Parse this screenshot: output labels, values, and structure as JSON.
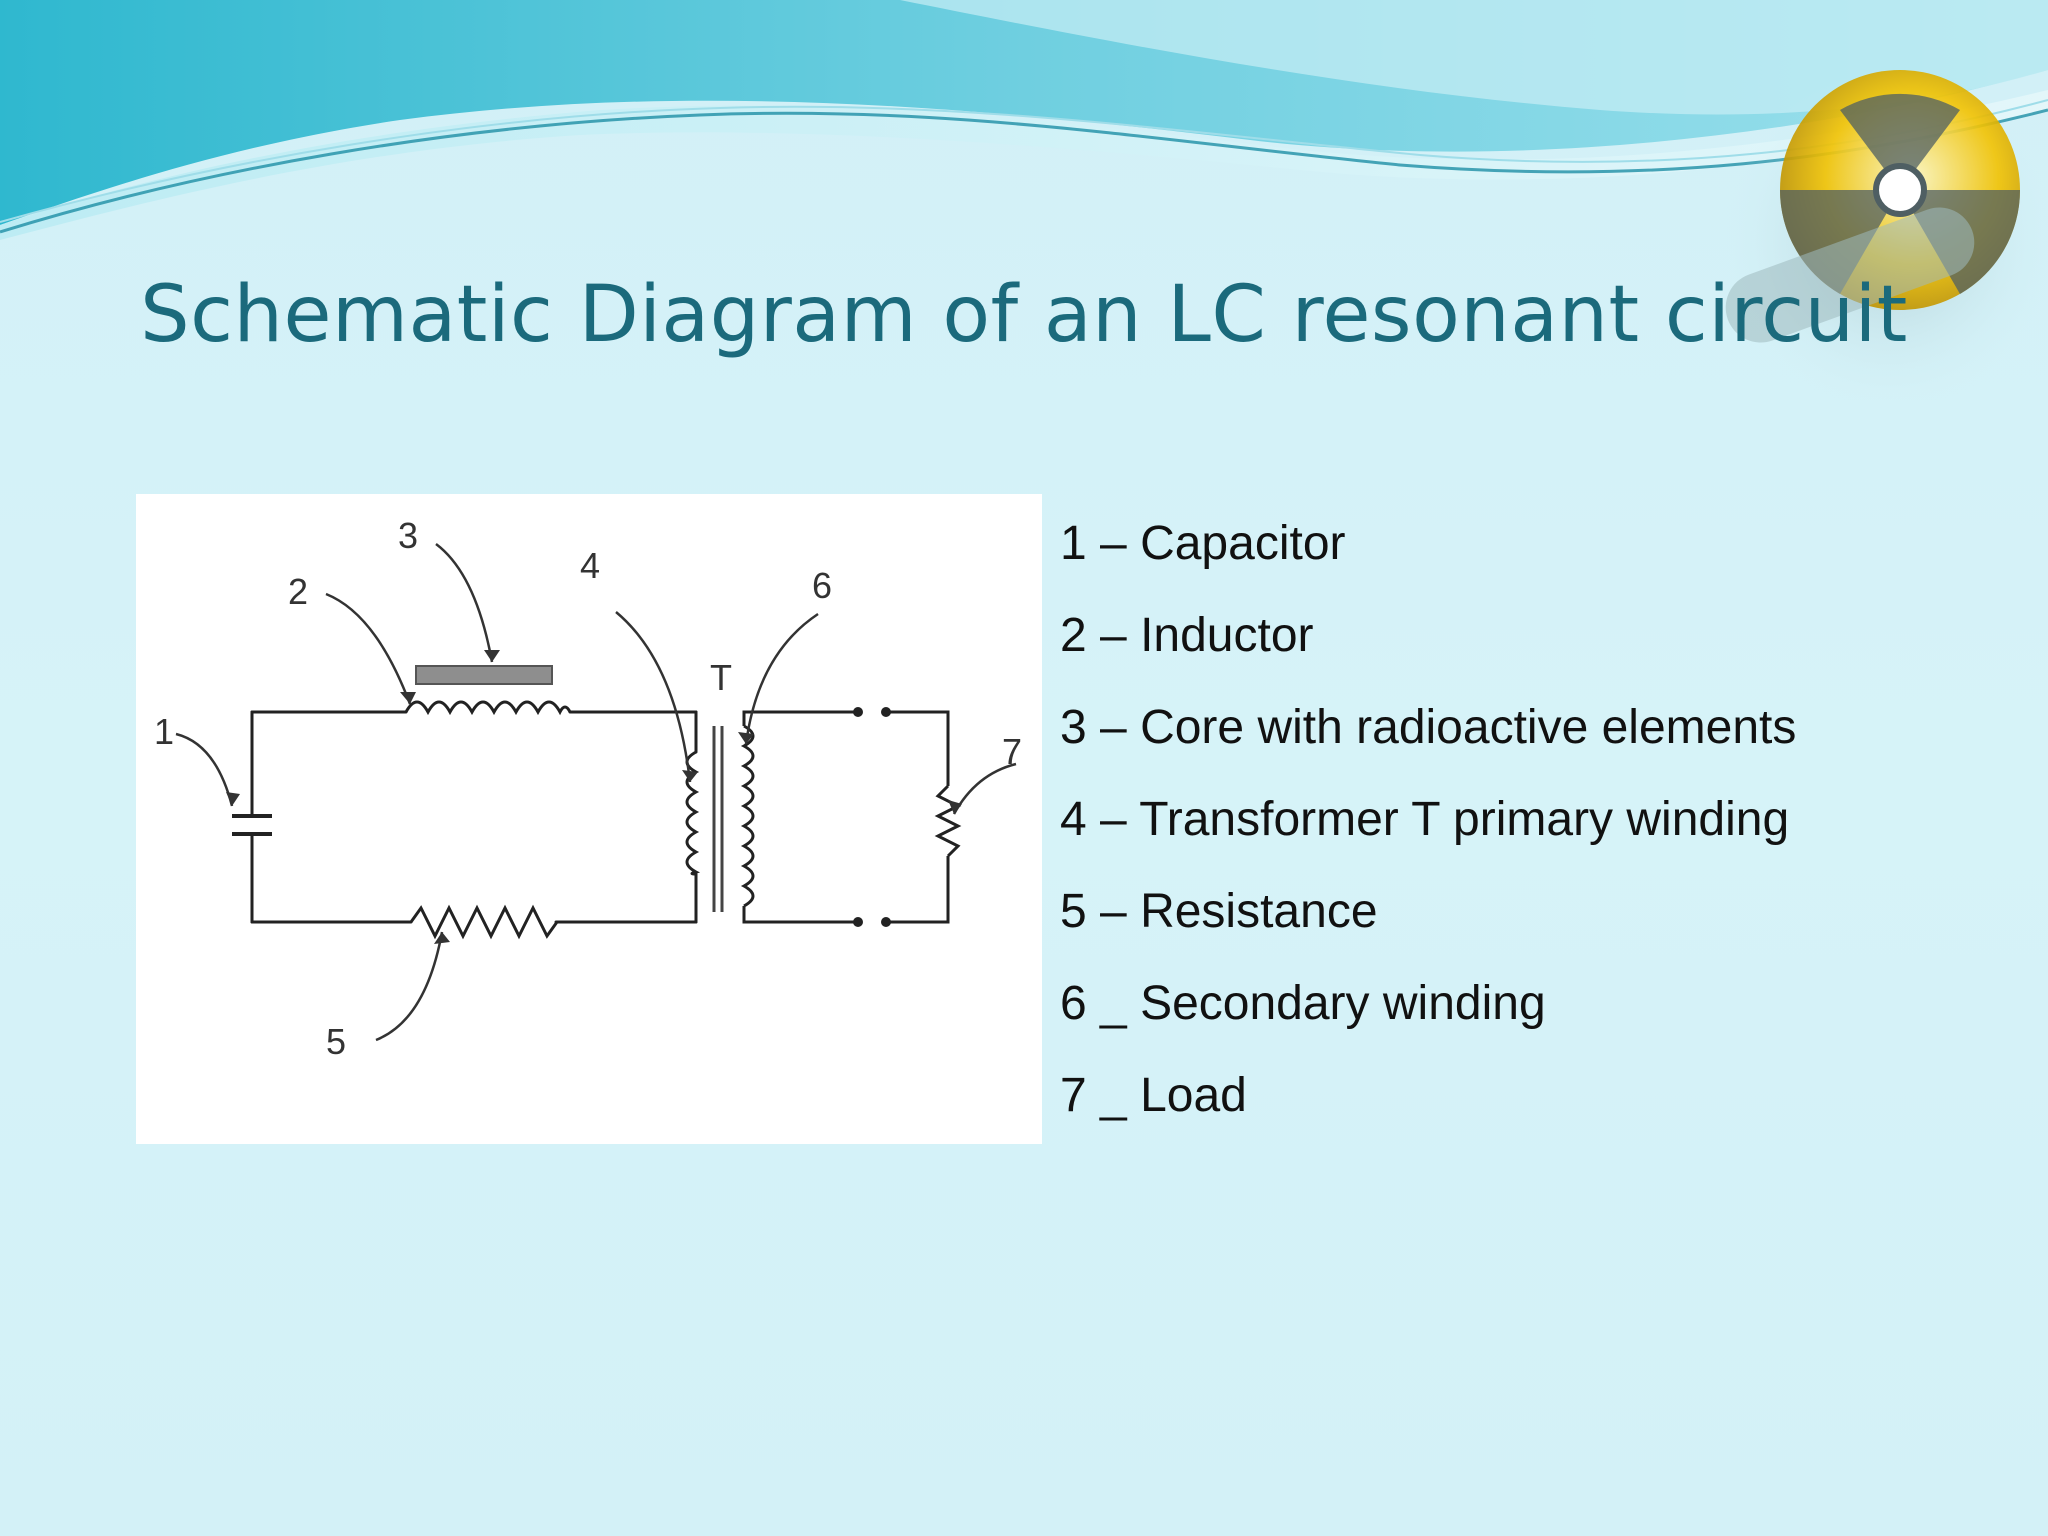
{
  "slide": {
    "title": "Schematic Diagram of an LC resonant circuit"
  },
  "diagram": {
    "component_labels": [
      "1",
      "2",
      "3",
      "4",
      "5",
      "6",
      "7"
    ],
    "transformer_label": "T"
  },
  "legend": {
    "items": [
      "1 – Capacitor",
      " 2 – Inductor",
      " 3 – Core with radioactive elements",
      " 4 – Transformer T primary winding",
      " 5 – Resistance",
      " 6 _ Secondary winding",
      " 7 _ Load"
    ]
  },
  "colors": {
    "background": "#d4f1f7",
    "title": "#1b6a7c",
    "wave_teal": "#3fb3c9",
    "emblem_yellow": "#f2c200"
  }
}
